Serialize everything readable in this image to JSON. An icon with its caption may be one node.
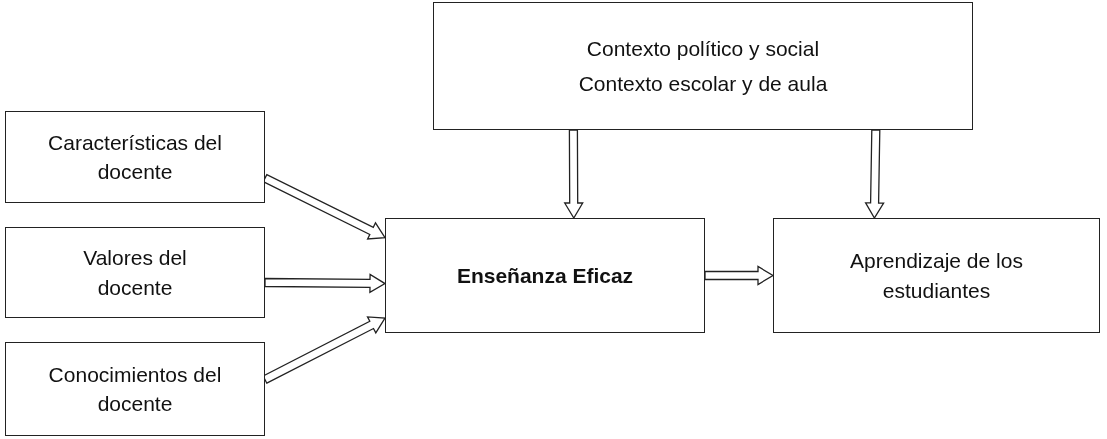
{
  "diagram": {
    "nodes": [
      {
        "text": [
          "Contexto político y social",
          "Contexto escolar y de aula"
        ]
      },
      {
        "text": [
          "Características del docente"
        ]
      },
      {
        "text": [
          "Valores del docente"
        ]
      },
      {
        "text": [
          "Conocimientos del docente"
        ]
      },
      {
        "text": [
          "Enseñanza Eficaz"
        ]
      },
      {
        "text": [
          "Aprendizaje de los estudiantes"
        ]
      }
    ],
    "edges": [
      {
        "from": 1,
        "to": 4,
        "arrow": "to"
      },
      {
        "from": 2,
        "to": 4,
        "arrow": "to"
      },
      {
        "from": 3,
        "to": 4,
        "arrow": "to"
      },
      {
        "from": 0,
        "to": 4,
        "arrow": "to"
      },
      {
        "from": 0,
        "to": 5,
        "arrow": "to"
      },
      {
        "from": 4,
        "to": 5,
        "arrow": "to"
      }
    ]
  }
}
